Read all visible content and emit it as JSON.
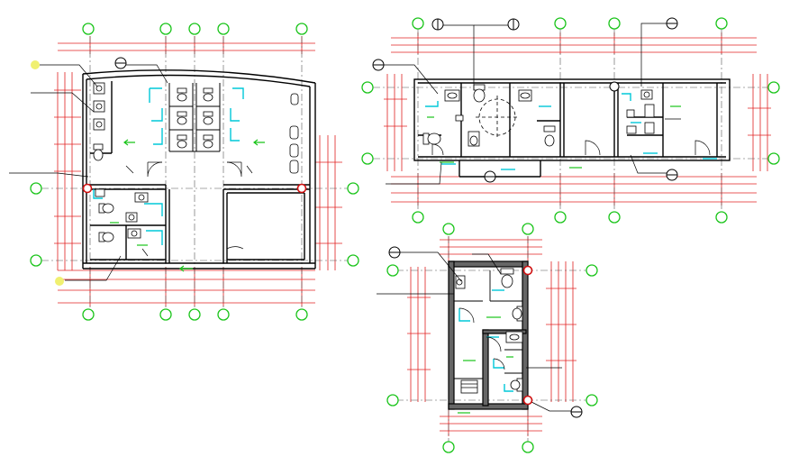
{
  "drawing": {
    "colors": {
      "background": "#ffffff",
      "wall": "#000000",
      "dimension": "#e02020",
      "grid_bubble": "#19c419",
      "door": "#00c8d8",
      "fixture": "#000000",
      "arrow": "#19c419",
      "axis_marker": "#d01010",
      "highlight": "#f0f070"
    },
    "icons": [
      "grid-bubble-icon",
      "section-marker-icon",
      "toilet-icon",
      "washbasin-icon",
      "urinal-icon",
      "door-swing-icon",
      "axis-point-marker-icon"
    ],
    "plans": [
      {
        "name": "plan-a",
        "description_hidden": ""
      },
      {
        "name": "plan-b",
        "description_hidden": ""
      },
      {
        "name": "plan-c",
        "description_hidden": ""
      }
    ]
  }
}
